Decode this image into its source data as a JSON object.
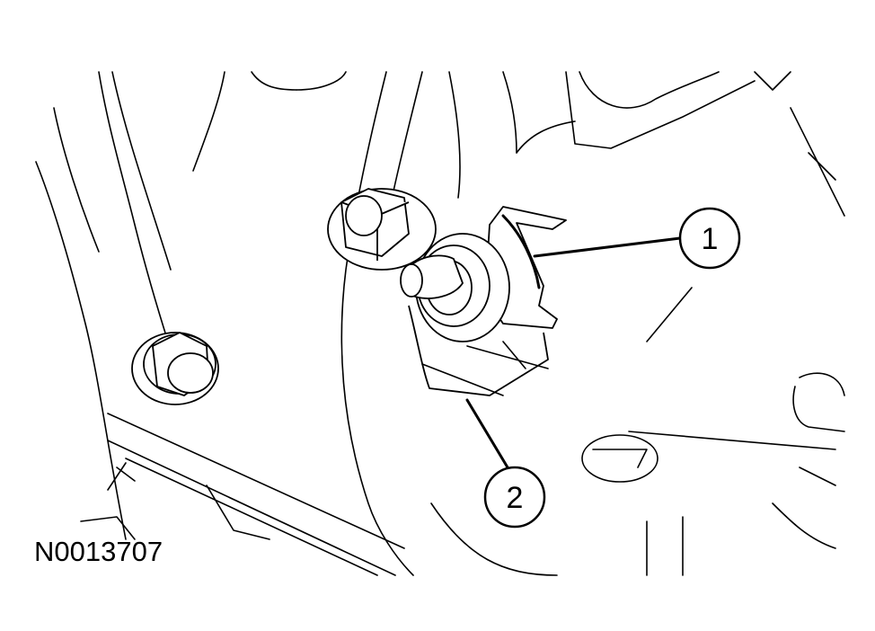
{
  "figure_id": "N0013707",
  "callouts": [
    {
      "number": "1"
    },
    {
      "number": "2"
    }
  ]
}
